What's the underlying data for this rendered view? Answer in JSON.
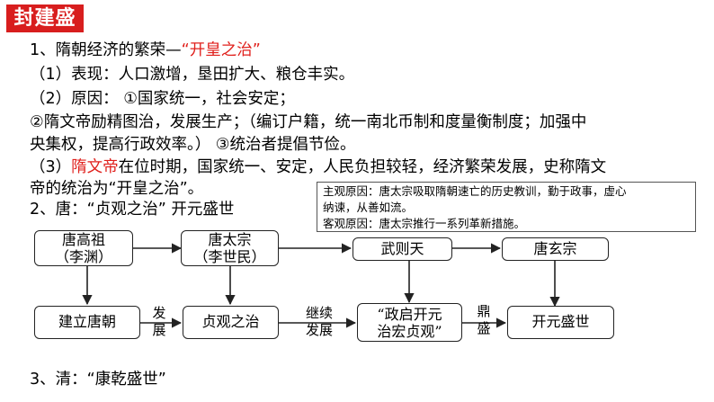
{
  "title": "封建盛世",
  "section1": {
    "heading_prefix": "1、隋朝经济的繁荣—",
    "heading_highlight": "“开皇之治”",
    "p1": "（1）表现：人口激增，垦田扩大、粮仓丰实。",
    "p2": "（2）原因：  ①国家统一，社会安定；",
    "p3": " ②隋文帝励精图治，发展生产；（编订户籍，统一南北币制和度量衡制度；加强中",
    "p4": "央集权，提高行政效率。）   ③统治者提倡节俭。",
    "p5_prefix": "（3）",
    "p5_highlight": "隋文帝",
    "p5_rest": "在位时期，国家统一、安定，人民负担较轻，经济繁荣发展，史称隋文",
    "p6": "帝的统治为“开皇之治”。"
  },
  "section2": {
    "heading": "2、唐：“贞观之治” 开元盛世"
  },
  "note": {
    "line1": "主观原因：唐太宗吸取隋朝速亡的历史教训，勤于政事，虚心",
    "line2": "纳谏，从善如流。",
    "line3": "客观原因：唐太宗推行一系列革新措施。"
  },
  "diagram": {
    "gaozu_l1": "唐高祖",
    "gaozu_l2": "（李渊）",
    "taizong_l1": "唐太宗",
    "taizong_l2": "（李世民）",
    "wuzetian": "武则天",
    "xuanzong": "唐玄宗",
    "founding": "建立唐朝",
    "zhenguan": "贞观之治",
    "zhengqi_l1": "“政启开元",
    "zhengqi_l2": "治宏贞观”",
    "kaiyuan": "开元盛世",
    "label_develop_1": "发",
    "label_develop_2": "展",
    "label_continue_1": "继续",
    "label_continue_2": "发展",
    "label_peak_1": "鼎",
    "label_peak_2": "盛"
  },
  "section3": {
    "heading": "3、清：“康乾盛世”"
  }
}
